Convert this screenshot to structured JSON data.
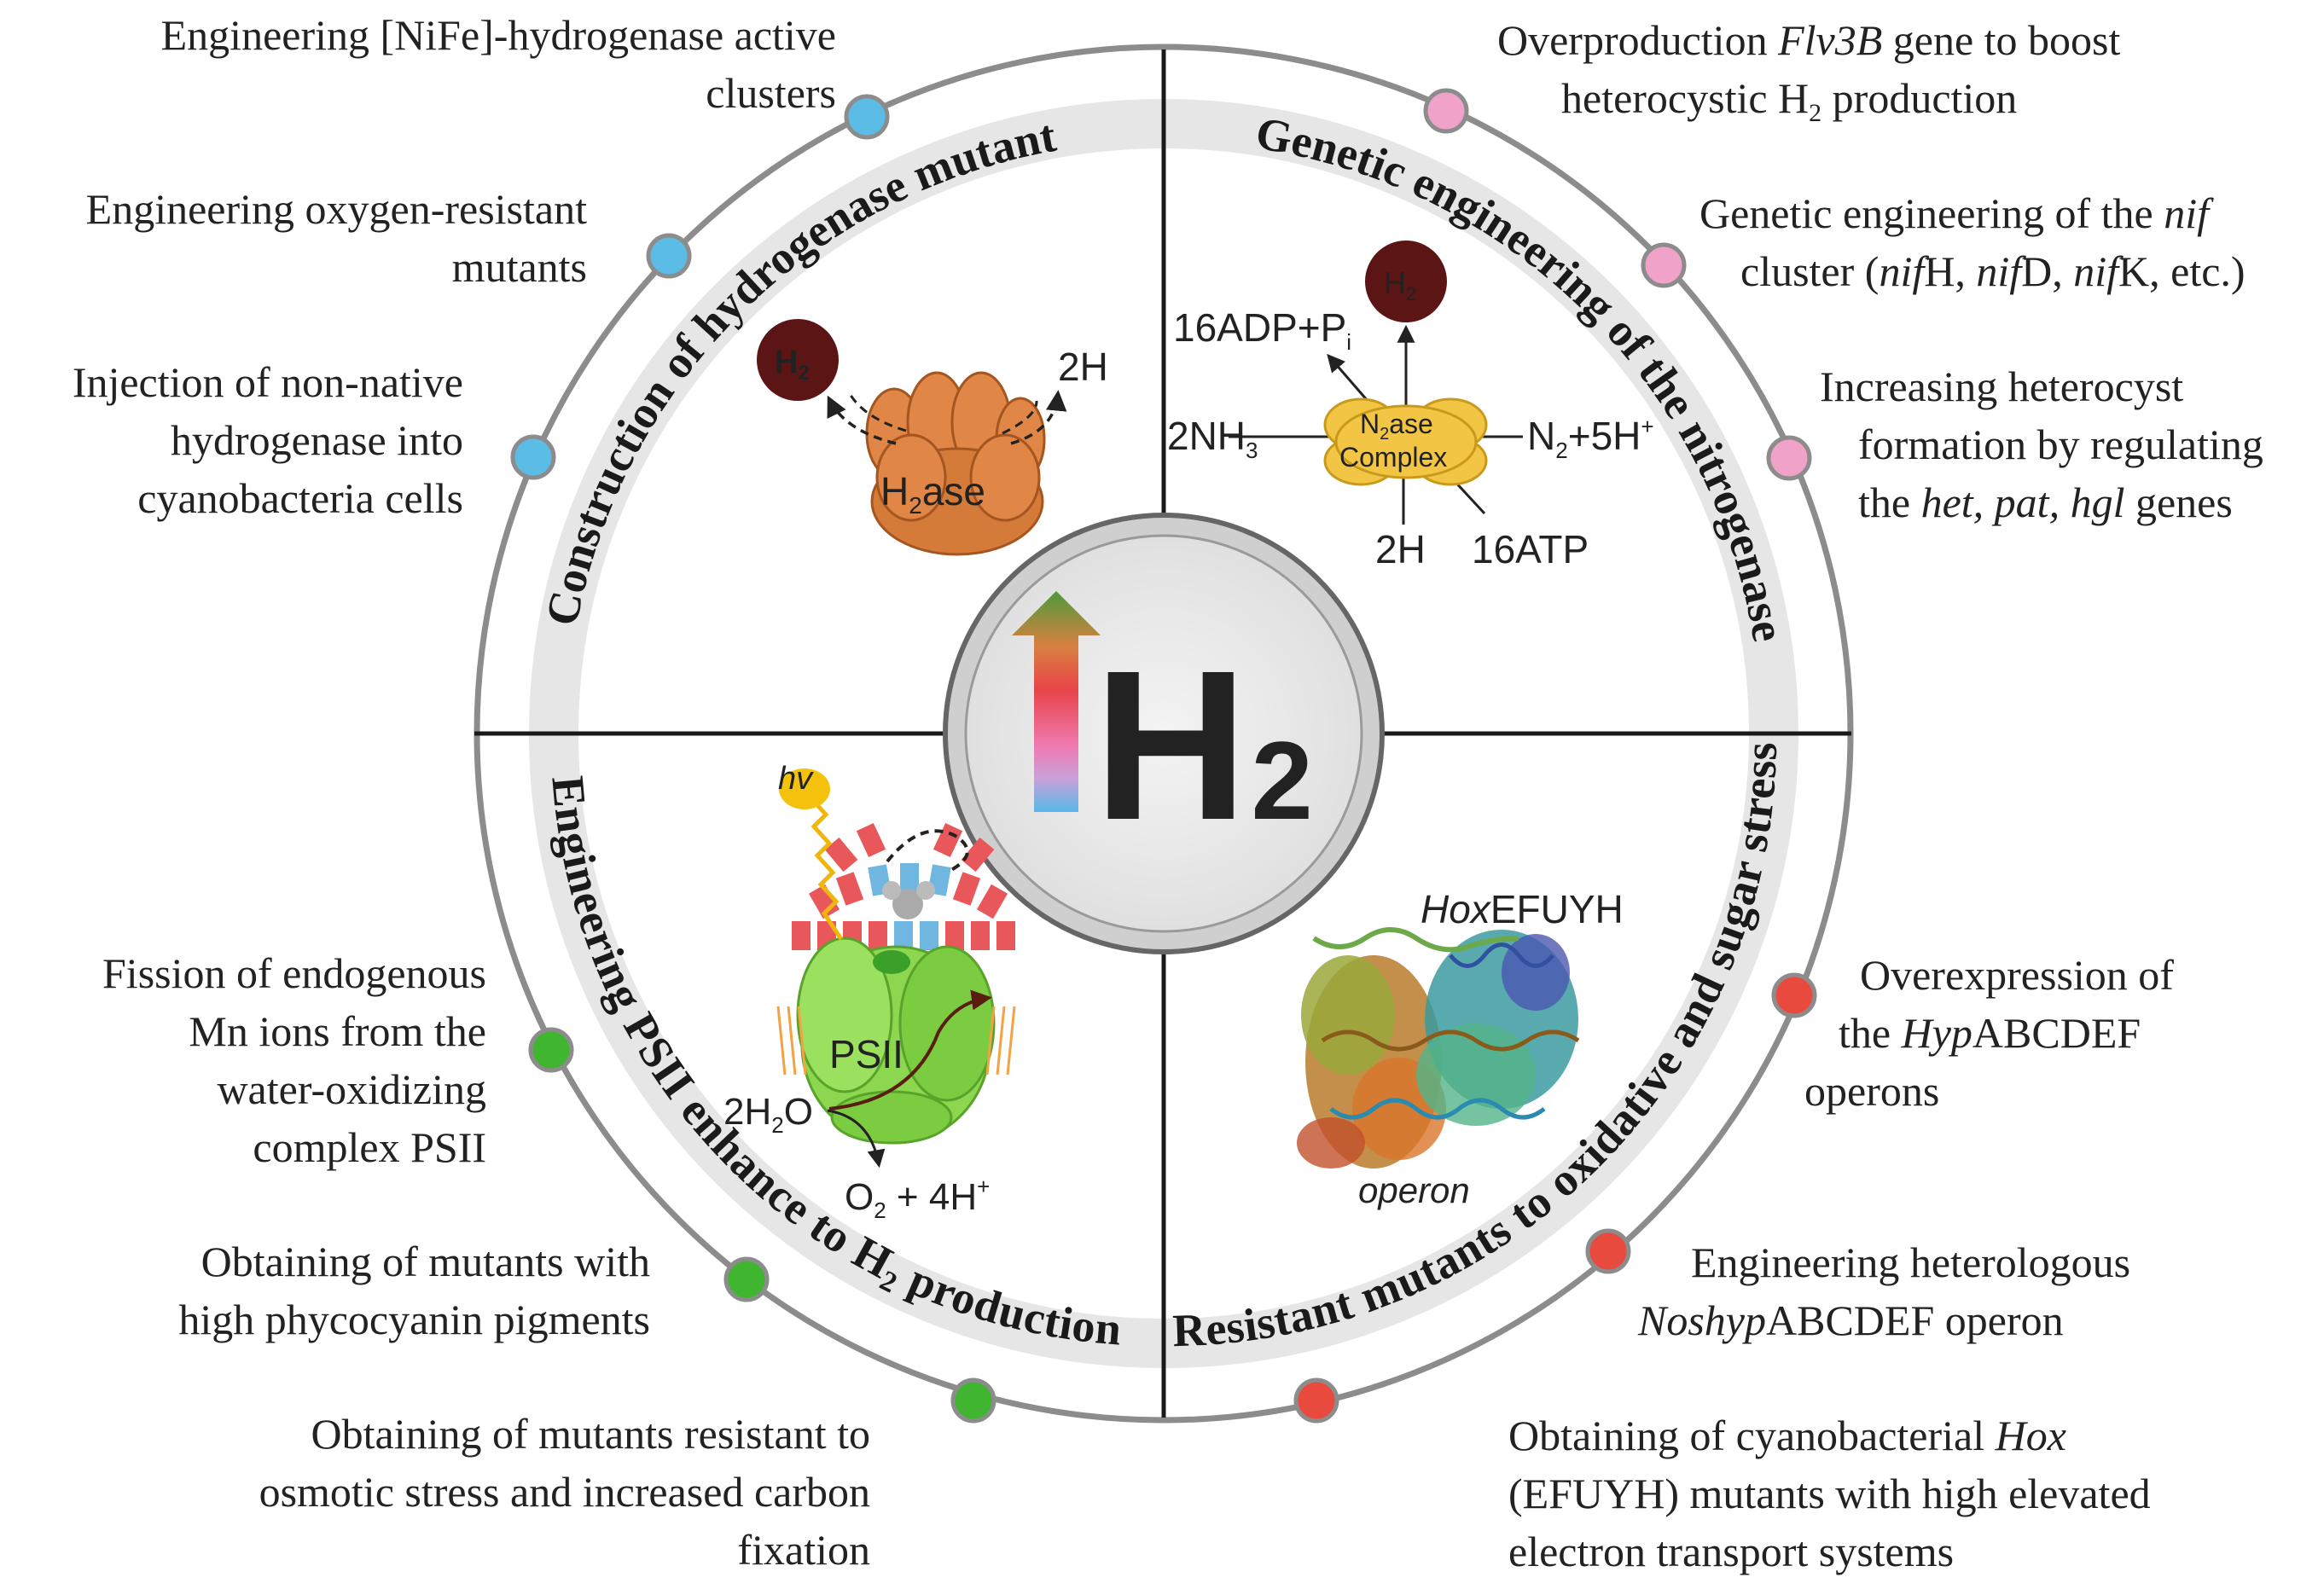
{
  "center": {
    "h2_big": "H",
    "h2_sub": "2"
  },
  "arc_titles": {
    "top_left": "Construction of hydrogenase mutant",
    "top_right": "Genetic engineering of the nitrogenase",
    "bottom_left": "Engineering PSII enhance to H",
    "bottom_left_sub": "2",
    "bottom_left_tail": " production",
    "bottom_right": "Resistant mutants to oxidative and sugar stress"
  },
  "q1": {
    "h2": "H",
    "h2_sub": "2",
    "out": "2H",
    "enzyme": "H",
    "enzyme_sub": "2",
    "enzyme_tail": "ase"
  },
  "q2": {
    "h2": "H",
    "h2_sub": "2",
    "adp": "16ADP+P",
    "adp_sub": "i",
    "nh3": "2NH",
    "nh3_sub": "3",
    "n2": "N",
    "n2_sub": "2",
    "n2_tail": "+5H",
    "n2_sup": "+",
    "complex1": "N",
    "complex1_sub": "2",
    "complex1_tail": "ase",
    "complex2": "Complex",
    "h2in": "2H",
    "atp": "16ATP"
  },
  "q3": {
    "hv": "hv",
    "psii": "PSII",
    "water": "2H",
    "water_sub": "2",
    "water_tail": "O",
    "o2": "O",
    "o2_sub": "2",
    "o2_tail": " + 4H",
    "o2_sup": "+"
  },
  "q4": {
    "hox_i": "Hox",
    "hox_n": "EFUYH",
    "operon": "operon"
  },
  "left_items": [
    {
      "lines": [
        "Engineering [NiFe]-hydrogenase active",
        "clusters"
      ]
    },
    {
      "lines": [
        "Engineering oxygen-resistant",
        "mutants"
      ]
    },
    {
      "lines": [
        "Injection of non-native",
        "hydrogenase into",
        "cyanobacteria cells"
      ]
    },
    {
      "lines": [
        "Fission of endogenous",
        "Mn ions from the",
        "water-oxidizing",
        "complex PSII"
      ]
    },
    {
      "lines": [
        "Obtaining of mutants with",
        "high phycocyanin pigments"
      ]
    },
    {
      "lines": [
        "Obtaining of mutants resistant to",
        "osmotic stress and increased carbon",
        "fixation"
      ]
    }
  ],
  "right_items": {
    "r1": {
      "l1a": "Overproduction ",
      "l1i": "Flv3B",
      "l1b": " gene to boost",
      "l2a": "heterocystic H",
      "l2sub": "2",
      "l2b": " production"
    },
    "r2": {
      "l1a": "Genetic engineering of the ",
      "l1i": "nif",
      "l2a": "cluster (",
      "l2i1": "nif",
      "l2b": "H, ",
      "l2i2": "nif",
      "l2c": "D, ",
      "l2i3": "nif",
      "l2d": "K, etc.)"
    },
    "r3": {
      "l1": "Increasing heterocyst",
      "l2": "formation by regulating",
      "l3a": "the ",
      "l3i": "het, pat, hgl",
      "l3b": " genes"
    },
    "r4": {
      "l1": "Overexpression of",
      "l2a": "the  ",
      "l2i": "Hyp",
      "l2b": "ABCDEF",
      "l3": "operons"
    },
    "r5": {
      "l1": "Engineering heterologous",
      "l2i": "Noshyp",
      "l2b": "ABCDEF operon"
    },
    "r6": {
      "l1a": "Obtaining of cyanobacterial ",
      "l1i": "Hox",
      "l2": "(EFUYH) mutants with high elevated",
      "l3": "electron transport systems"
    }
  },
  "colors": {
    "blue_dot": "#5bbde6",
    "pink_dot": "#f0a2c8",
    "green_dot": "#3fb530",
    "red_dot": "#e84a3e",
    "band": "#e6e6e6",
    "ring": "#8c8c8c",
    "h2_ball": "#5b1515",
    "enzyme": "#d57b3a",
    "complex": "#f2c544"
  }
}
